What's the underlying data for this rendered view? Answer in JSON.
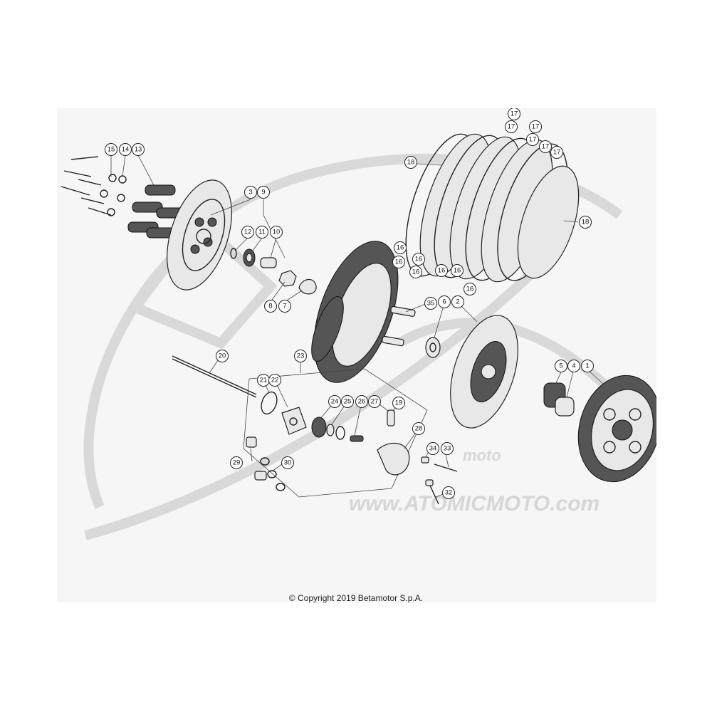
{
  "copyright": "© Copyright 2019 Betamotor S.p.A.",
  "watermark": {
    "brand": "moto",
    "url": "www.ATOMICMOTO.com"
  },
  "callouts": [
    "1",
    "2",
    "3",
    "4",
    "5",
    "6",
    "7",
    "8",
    "9",
    "10",
    "11",
    "12",
    "13",
    "14",
    "15",
    "16",
    "17",
    "18",
    "19",
    "20",
    "21",
    "22",
    "23",
    "24",
    "25",
    "26",
    "27",
    "28",
    "29",
    "30",
    "32",
    "33",
    "34",
    "35"
  ],
  "colors": {
    "line": "#222222",
    "background": "#f6f6f6",
    "watermark": "#d9d9d9"
  }
}
